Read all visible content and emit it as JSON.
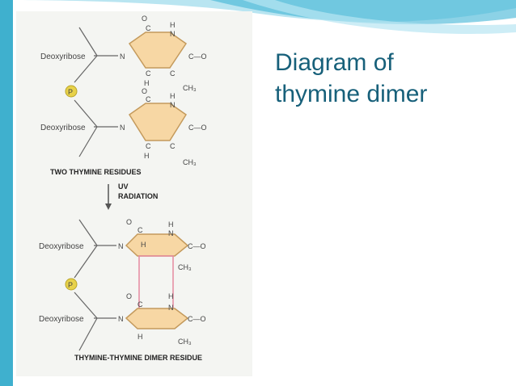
{
  "slide": {
    "title_lines": [
      "Diagram of",
      "thymine dimer"
    ]
  },
  "colors": {
    "title": "#17607a",
    "accent": "#2aa7c9",
    "ring_fill": "#f7d7a4",
    "ring_stroke": "#c49a5c",
    "phosphate": "#e8d24a",
    "crosslink": "#e58aa0"
  },
  "diagram": {
    "top_caption": "TWO THYMINE RESIDUES",
    "arrow_label_1": "UV",
    "arrow_label_2": "RADIATION",
    "bottom_caption": "THYMINE-THYMINE DIMER RESIDUE",
    "deoxyribose": "Deoxyribose",
    "phosphate": "P",
    "atom_N": "N",
    "atom_C": "C",
    "atom_O": "O",
    "atom_H": "H",
    "ch3": "CH₃",
    "co": "C—O"
  }
}
